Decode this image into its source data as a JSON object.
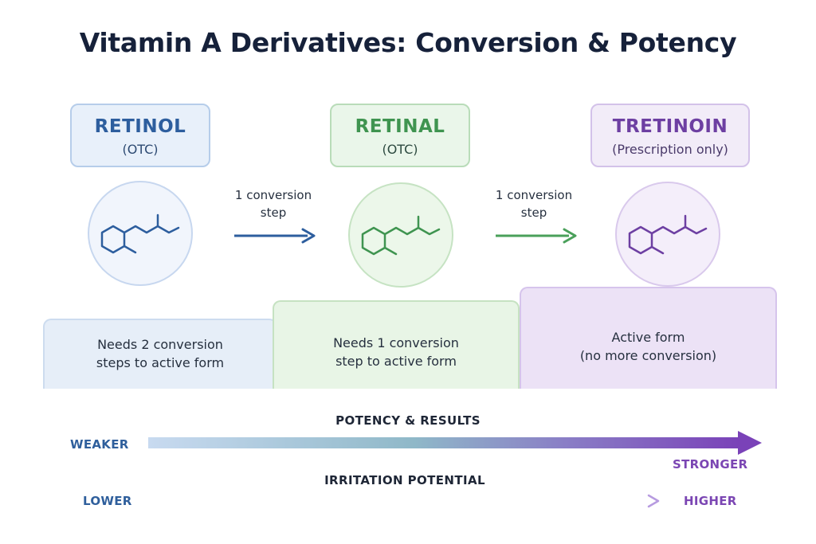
{
  "title": "Vitamin A Derivatives: Conversion & Potency",
  "stages": [
    {
      "name": "RETINOL",
      "availability": "(OTC)",
      "description_line1": "Needs 2 conversion",
      "description_line2": "steps to active form",
      "color": "#2d5e9e"
    },
    {
      "name": "RETINAL",
      "availability": "(OTC)",
      "description_line1": "Needs 1 conversion",
      "description_line2": "step to active form",
      "color": "#3f9450"
    },
    {
      "name": "TRETINOIN",
      "availability": "(Prescription only)",
      "description_line1": "Active form",
      "description_line2": "(no more conversion)",
      "color": "#6d3fa2"
    }
  ],
  "steps": [
    {
      "line1": "1 conversion",
      "line2": "step"
    },
    {
      "line1": "1 conversion",
      "line2": "step"
    }
  ],
  "potency_scale": {
    "title": "POTENCY & RESULTS",
    "low_label": "WEAKER",
    "high_label": "STRONGER"
  },
  "irritation_scale": {
    "title": "IRRITATION POTENTIAL",
    "low_label": "LOWER",
    "high_label": "HIGHER"
  },
  "icons": [
    "molecule-icon",
    "arrow-right-icon"
  ]
}
